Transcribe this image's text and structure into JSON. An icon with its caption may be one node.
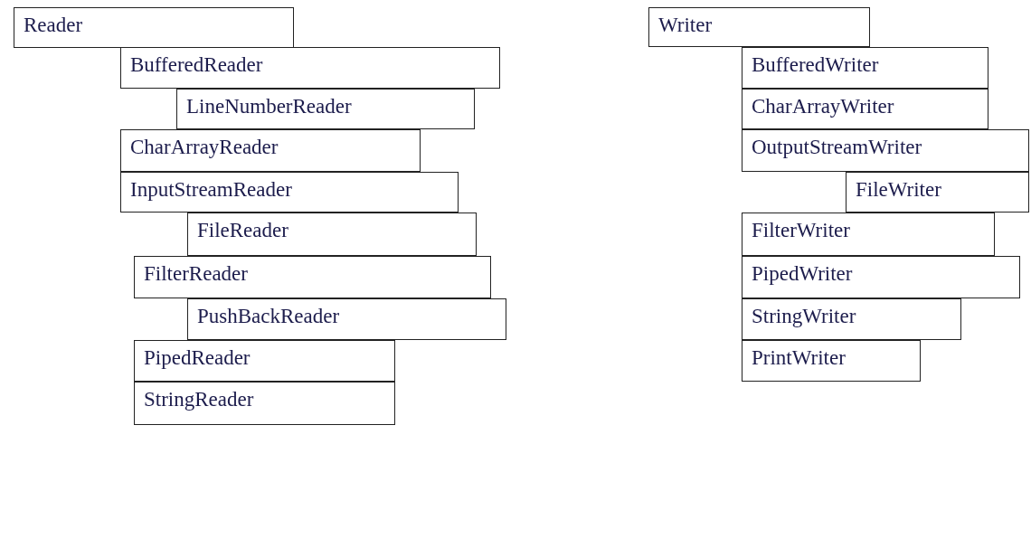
{
  "diagram": {
    "nodes": [
      {
        "text": [
          "Reader"
        ]
      },
      {
        "text": [
          "BufferedReader"
        ]
      },
      {
        "text": [
          "LineNumberReader"
        ]
      },
      {
        "text": [
          "CharArrayReader"
        ]
      },
      {
        "text": [
          "InputStreamReader"
        ]
      },
      {
        "text": [
          "FileReader"
        ]
      },
      {
        "text": [
          "FilterReader"
        ]
      },
      {
        "text": [
          "PushBackReader"
        ]
      },
      {
        "text": [
          "PipedReader"
        ]
      },
      {
        "text": [
          "StringReader"
        ]
      },
      {
        "text": [
          "Writer"
        ]
      },
      {
        "text": [
          "BufferedWriter"
        ]
      },
      {
        "text": [
          "CharArrayWriter"
        ]
      },
      {
        "text": [
          "OutputStreamWriter"
        ]
      },
      {
        "text": [
          "FileWriter"
        ]
      },
      {
        "text": [
          "FilterWriter"
        ]
      },
      {
        "text": [
          "PipedWriter"
        ]
      },
      {
        "text": [
          "StringWriter"
        ]
      },
      {
        "text": [
          "PrintWriter"
        ]
      }
    ]
  }
}
